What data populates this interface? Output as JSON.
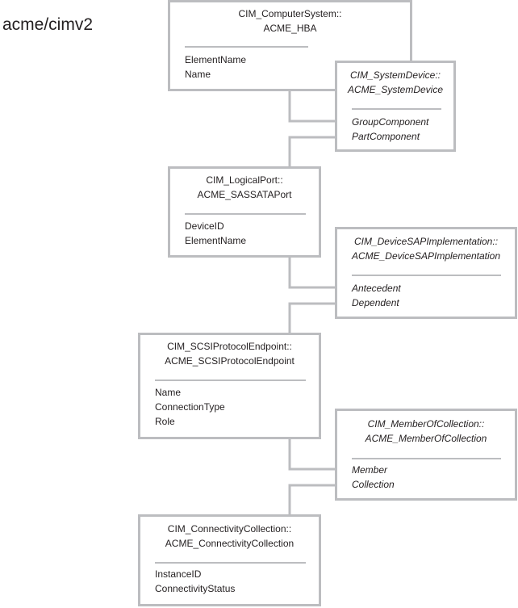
{
  "namespace": "acme/cimv2",
  "classes": [
    {
      "id": "computer-system",
      "title_line1": "CIM_ComputerSystem::",
      "title_line2": "ACME_HBA",
      "properties": [
        "ElementName",
        "Name"
      ]
    },
    {
      "id": "logical-port",
      "title_line1": "CIM_LogicalPort::",
      "title_line2": "ACME_SASSATAPort",
      "properties": [
        "DeviceID",
        "ElementName"
      ]
    },
    {
      "id": "scsi-protocol-endpoint",
      "title_line1": "CIM_SCSIProtocolEndpoint::",
      "title_line2": "ACME_SCSIProtocolEndpoint",
      "properties": [
        "Name",
        "ConnectionType",
        "Role"
      ]
    },
    {
      "id": "connectivity-collection",
      "title_line1": "CIM_ConnectivityCollection::",
      "title_line2": "ACME_ConnectivityCollection",
      "properties": [
        "InstanceID",
        "ConnectivityStatus"
      ]
    }
  ],
  "associations": [
    {
      "id": "system-device",
      "title_line1": "CIM_SystemDevice::",
      "title_line2": "ACME_SystemDevice",
      "properties": [
        "GroupComponent",
        "PartComponent"
      ]
    },
    {
      "id": "device-sap-implementation",
      "title_line1": "CIM_DeviceSAPImplementation::",
      "title_line2": "ACME_DeviceSAPImplementation",
      "properties": [
        "Antecedent",
        "Dependent"
      ]
    },
    {
      "id": "member-of-collection",
      "title_line1": "CIM_MemberOfCollection::",
      "title_line2": "ACME_MemberOfCollection",
      "properties": [
        "Member",
        "Collection"
      ]
    }
  ],
  "colors": {
    "border": "#bcbdc0",
    "text": "#231f20",
    "background": "#ffffff"
  }
}
